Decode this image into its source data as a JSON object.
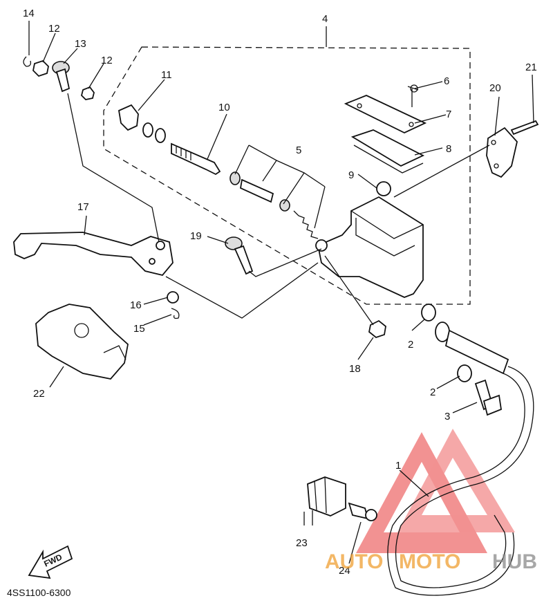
{
  "diagram": {
    "part_code": "4SS1100-6300",
    "fwd_label": "FWD",
    "callouts": [
      "1",
      "2",
      "2",
      "3",
      "4",
      "5",
      "6",
      "7",
      "8",
      "9",
      "10",
      "11",
      "12",
      "12",
      "13",
      "14",
      "15",
      "16",
      "17",
      "18",
      "19",
      "20",
      "21",
      "22",
      "23",
      "24"
    ]
  },
  "watermark": {
    "word_part1": "AUTO",
    "word_part2": "MOTO",
    "word_part3": "HUB",
    "color_red": "#e83a3a",
    "color_orange": "#f0a033",
    "color_gray": "#8a8a8a"
  }
}
